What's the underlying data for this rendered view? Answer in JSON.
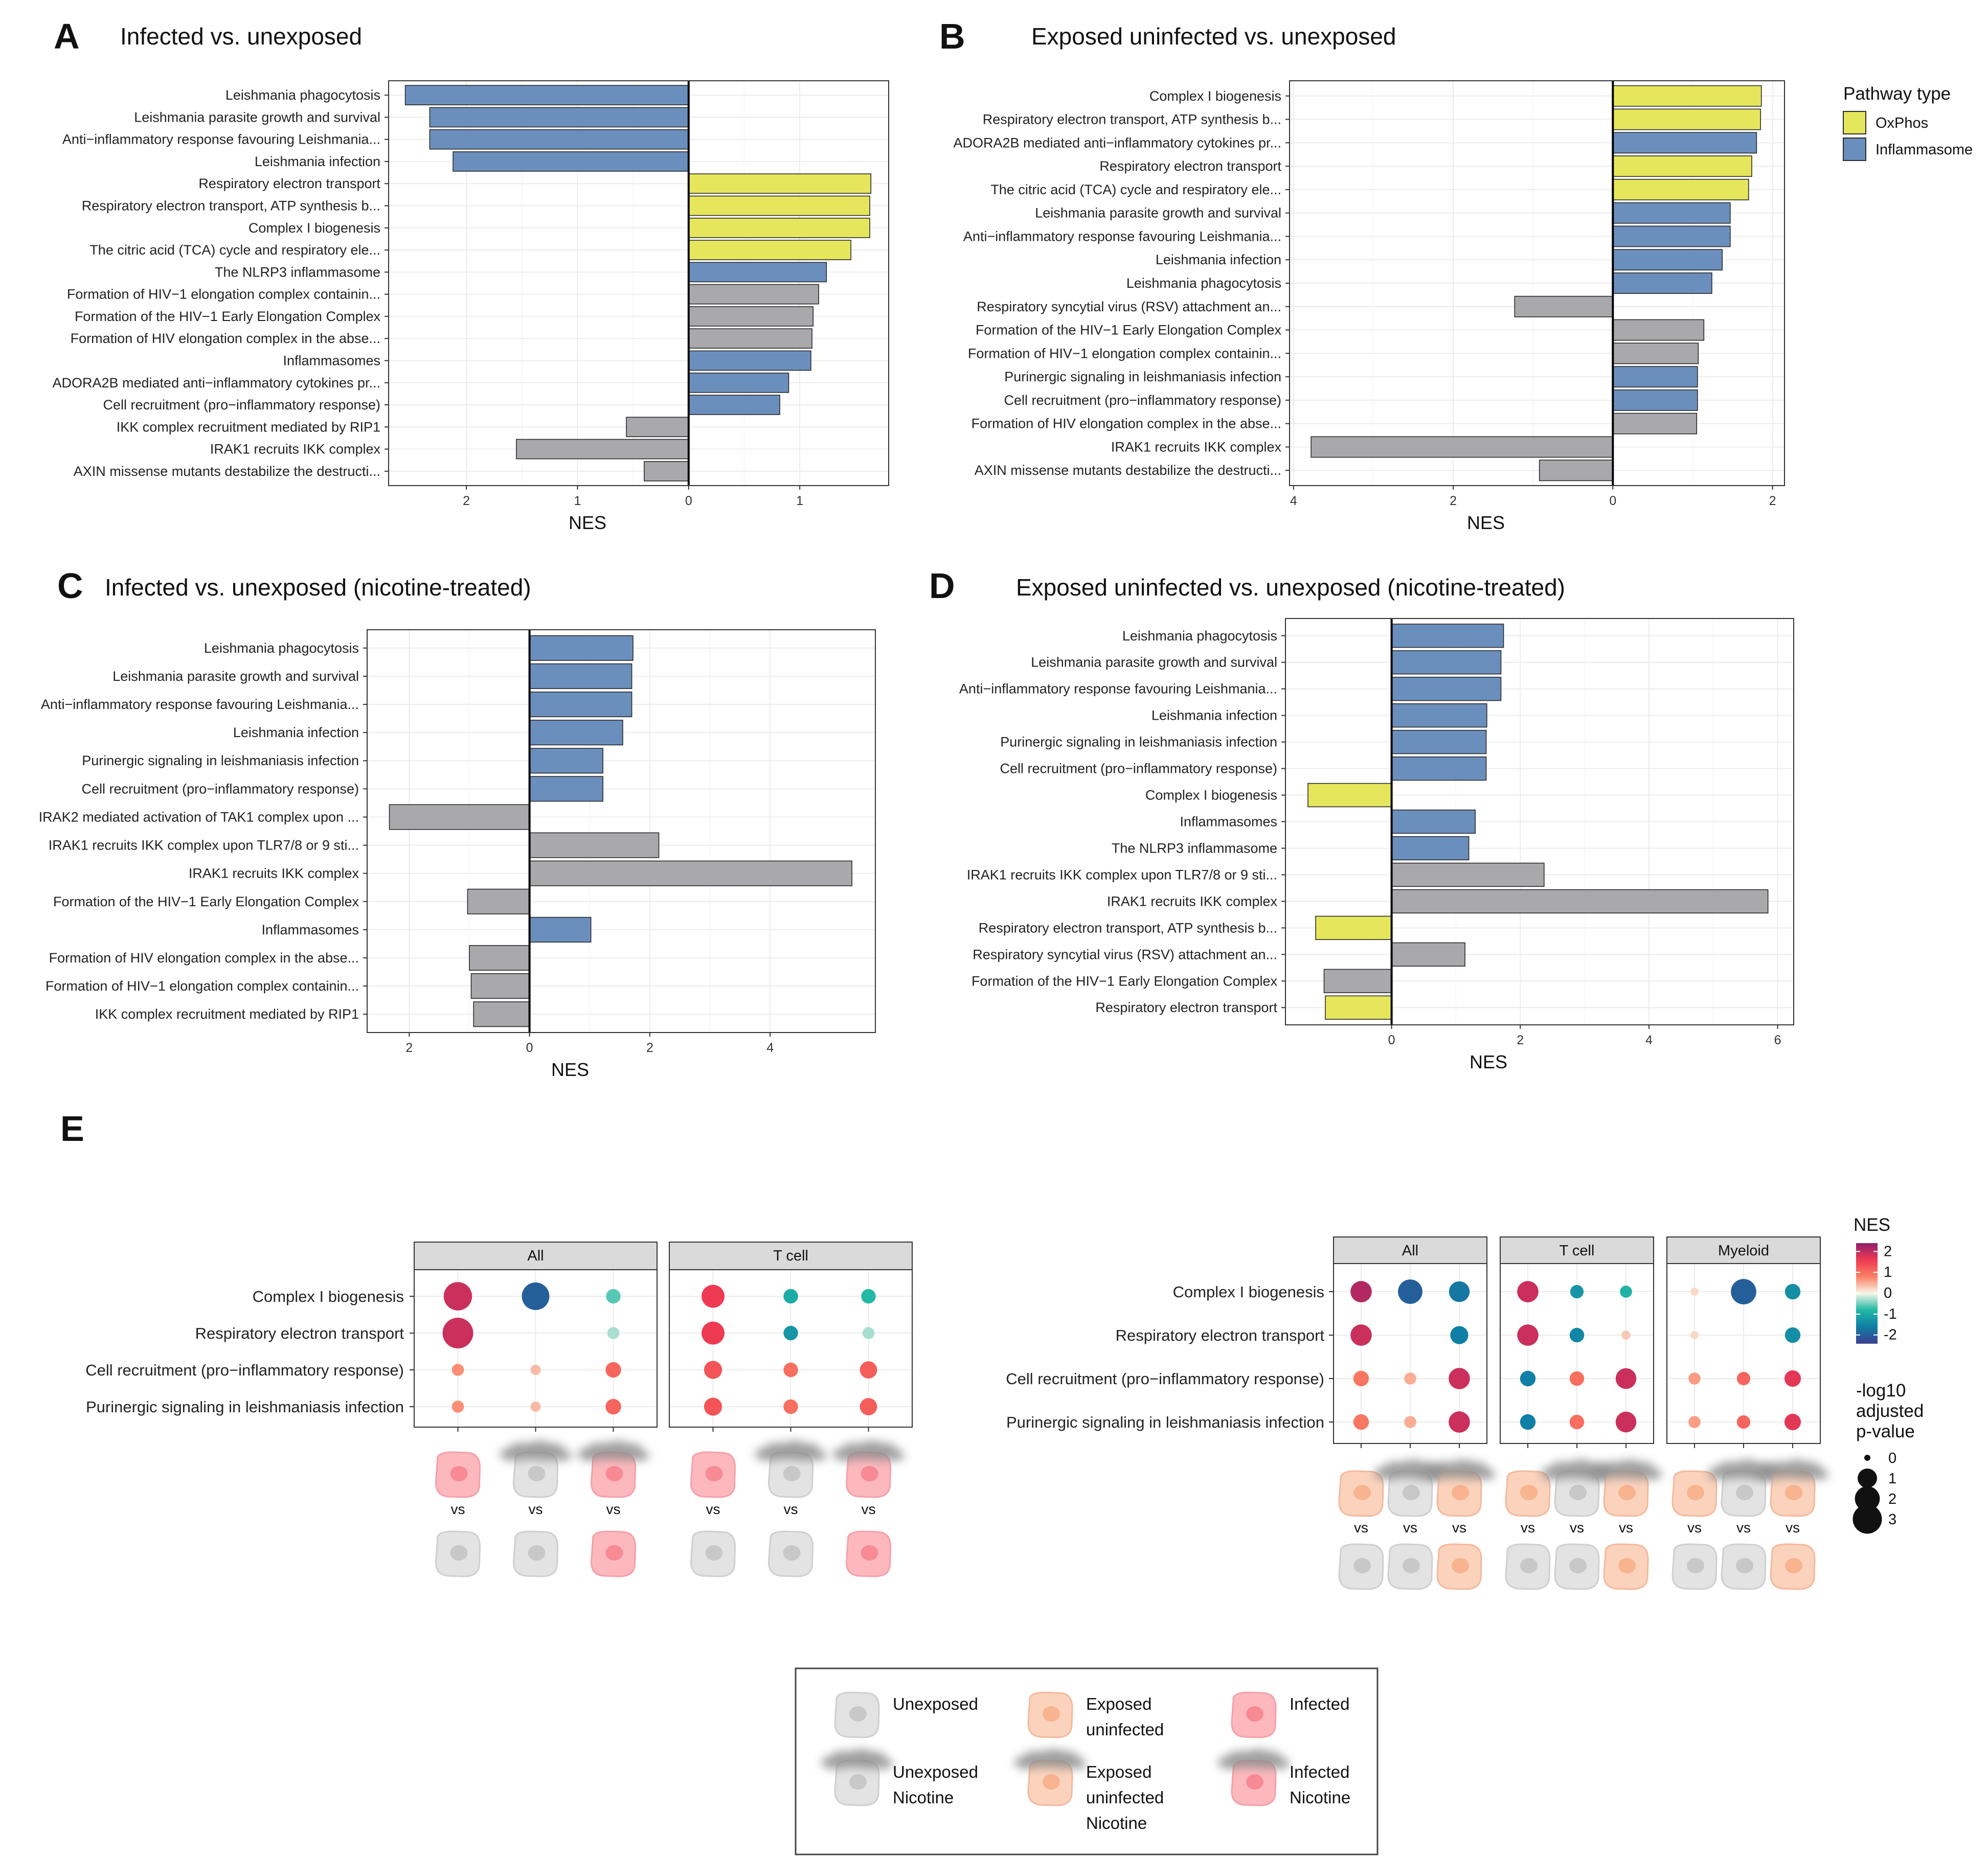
{
  "colors": {
    "OxPhos": "#e6e65c",
    "Inflammasome": "#6b8fbd",
    "Other": "#a9a9ab",
    "unexposed_cell": "#e3e3e3",
    "exposed_cell": "#fbd3bd",
    "infected_cell": "#fcb8bd"
  },
  "legend_pathway": {
    "title": "Pathway type",
    "items": [
      "OxPhos",
      "Inflammasome"
    ]
  },
  "chart_data": [
    {
      "id": "A",
      "type": "bar",
      "panel_label": "A",
      "title": "Infected vs. unexposed",
      "xlabel": "NES",
      "xlim": [
        -2.7,
        1.8
      ],
      "ticks": [
        -2,
        -1,
        0,
        1
      ],
      "tick_labels": [
        "2",
        "1",
        "0",
        "1"
      ],
      "categories": [
        "Leishmania phagocytosis",
        "Leishmania parasite growth and survival",
        "Anti−inflammatory response favouring Leishmania...",
        "Leishmania infection",
        "Respiratory electron transport",
        "Respiratory electron transport, ATP synthesis b...",
        "Complex I biogenesis",
        "The citric acid (TCA) cycle and respiratory ele...",
        "The NLRP3 inflammasome",
        "Formation of HIV−1 elongation complex containin...",
        "Formation of the HIV−1 Early Elongation Complex",
        "Formation of HIV elongation complex in the abse...",
        "Inflammasomes",
        "ADORA2B mediated anti−inflammatory cytokines pr...",
        "Cell recruitment (pro−inflammatory response)",
        "IKK complex recruitment mediated by RIP1",
        "IRAK1 recruits IKK complex",
        "AXIN missense mutants destabilize the destructi..."
      ],
      "values": [
        -2.55,
        -2.33,
        -2.33,
        -2.12,
        1.64,
        1.63,
        1.63,
        1.46,
        1.24,
        1.17,
        1.12,
        1.11,
        1.1,
        0.9,
        0.82,
        -0.56,
        -1.55,
        -0.4
      ],
      "pathway": [
        "Inflammasome",
        "Inflammasome",
        "Inflammasome",
        "Inflammasome",
        "OxPhos",
        "OxPhos",
        "OxPhos",
        "OxPhos",
        "Inflammasome",
        "Other",
        "Other",
        "Other",
        "Inflammasome",
        "Inflammasome",
        "Inflammasome",
        "Other",
        "Other",
        "Other"
      ]
    },
    {
      "id": "B",
      "type": "bar",
      "panel_label": "B",
      "title": "Exposed uninfected vs. unexposed",
      "xlabel": "NES",
      "xlim": [
        -4.05,
        2.15
      ],
      "ticks": [
        -4,
        -2,
        0,
        2
      ],
      "tick_labels": [
        "4",
        "2",
        "0",
        "2"
      ],
      "categories": [
        "Complex I biogenesis",
        "Respiratory electron transport, ATP synthesis b...",
        "ADORA2B mediated anti−inflammatory cytokines pr...",
        "Respiratory electron transport",
        "The citric acid (TCA) cycle and respiratory ele...",
        "Leishmania parasite growth and survival",
        "Anti−inflammatory response favouring Leishmania...",
        "Leishmania infection",
        "Leishmania phagocytosis",
        "Respiratory syncytial virus (RSV) attachment an...",
        "Formation of the HIV−1 Early Elongation Complex",
        "Formation of HIV−1 elongation complex containin...",
        "Purinergic signaling in leishmaniasis infection",
        "Cell recruitment (pro−inflammatory response)",
        "Formation of HIV elongation complex in the abse...",
        "IRAK1 recruits IKK complex",
        "AXIN missense mutants destabilize the destructi..."
      ],
      "values": [
        1.86,
        1.85,
        1.8,
        1.74,
        1.7,
        1.47,
        1.47,
        1.37,
        1.24,
        -1.23,
        1.14,
        1.07,
        1.06,
        1.06,
        1.05,
        -3.78,
        -0.92
      ],
      "pathway": [
        "OxPhos",
        "OxPhos",
        "Inflammasome",
        "OxPhos",
        "OxPhos",
        "Inflammasome",
        "Inflammasome",
        "Inflammasome",
        "Inflammasome",
        "Other",
        "Other",
        "Other",
        "Inflammasome",
        "Inflammasome",
        "Other",
        "Other",
        "Other"
      ]
    },
    {
      "id": "C",
      "type": "bar",
      "panel_label": "C",
      "title": "Infected vs. unexposed (nicotine-treated)",
      "xlabel": "NES",
      "xlim": [
        -2.7,
        5.75
      ],
      "ticks": [
        -2,
        0,
        2,
        4
      ],
      "tick_labels": [
        "2",
        "0",
        "2",
        "4"
      ],
      "categories": [
        "Leishmania phagocytosis",
        "Leishmania parasite growth and survival",
        "Anti−inflammatory response favouring Leishmania...",
        "Leishmania infection",
        "Purinergic signaling in leishmaniasis infection",
        "Cell recruitment (pro−inflammatory response)",
        "IRAK2 mediated activation of TAK1 complex upon ...",
        "IRAK1 recruits IKK complex upon TLR7/8 or 9 sti...",
        "IRAK1 recruits IKK complex",
        "Formation of the HIV−1 Early Elongation Complex",
        "Inflammasomes",
        "Formation of HIV elongation complex in the abse...",
        "Formation of HIV−1 elongation complex containin...",
        "IKK complex recruitment mediated by RIP1"
      ],
      "values": [
        1.72,
        1.7,
        1.7,
        1.55,
        1.22,
        1.22,
        -2.33,
        2.15,
        5.36,
        -1.03,
        1.02,
        -1.0,
        -0.97,
        -0.93
      ],
      "pathway": [
        "Inflammasome",
        "Inflammasome",
        "Inflammasome",
        "Inflammasome",
        "Inflammasome",
        "Inflammasome",
        "Other",
        "Other",
        "Other",
        "Other",
        "Inflammasome",
        "Other",
        "Other",
        "Other"
      ]
    },
    {
      "id": "D",
      "type": "bar",
      "panel_label": "D",
      "title": "Exposed uninfected vs. unexposed (nicotine-treated)",
      "xlabel": "NES",
      "xlim": [
        -1.65,
        6.25
      ],
      "ticks": [
        0,
        2,
        4,
        6
      ],
      "tick_labels": [
        "0",
        "2",
        "4",
        "6"
      ],
      "categories": [
        "Leishmania phagocytosis",
        "Leishmania parasite growth and survival",
        "Anti−inflammatory response favouring Leishmania...",
        "Leishmania infection",
        "Purinergic signaling in leishmaniasis infection",
        "Cell recruitment (pro−inflammatory response)",
        "Complex I biogenesis",
        "Inflammasomes",
        "The NLRP3 inflammasome",
        "IRAK1 recruits IKK complex upon TLR7/8 or 9 sti...",
        "IRAK1 recruits IKK complex",
        "Respiratory electron transport, ATP synthesis b...",
        "Respiratory syncytial virus (RSV) attachment an...",
        "Formation of the HIV−1 Early Elongation Complex",
        "Respiratory electron transport"
      ],
      "values": [
        1.74,
        1.7,
        1.7,
        1.48,
        1.47,
        1.47,
        -1.3,
        1.3,
        1.2,
        2.37,
        5.85,
        -1.18,
        1.14,
        -1.05,
        -1.03
      ],
      "pathway": [
        "Inflammasome",
        "Inflammasome",
        "Inflammasome",
        "Inflammasome",
        "Inflammasome",
        "Inflammasome",
        "OxPhos",
        "Inflammasome",
        "Inflammasome",
        "Other",
        "Other",
        "OxPhos",
        "Other",
        "Other",
        "OxPhos"
      ]
    },
    {
      "id": "E1",
      "type": "scatter",
      "panel_label": "E",
      "facets": [
        "All",
        "T cell"
      ],
      "terms": [
        "Complex I biogenesis",
        "Respiratory electron transport",
        "Cell recruitment (pro−inflammatory response)",
        "Purinergic signaling in leishmaniasis infection"
      ],
      "comparisons": [
        [
          "infected",
          "unexposed"
        ],
        [
          "unexposed_nic",
          "unexposed"
        ],
        [
          "infected_nic",
          "infected"
        ]
      ],
      "vs_label": "vs",
      "points": [
        {
          "f": 0,
          "c": 0,
          "t": 0,
          "nes": 1.9,
          "p": 2.8
        },
        {
          "f": 0,
          "c": 1,
          "t": 0,
          "nes": -2.0,
          "p": 2.6
        },
        {
          "f": 0,
          "c": 2,
          "t": 0,
          "nes": -0.6,
          "p": 0.4
        },
        {
          "f": 0,
          "c": 0,
          "t": 1,
          "nes": 1.9,
          "p": 3.4
        },
        {
          "f": 0,
          "c": 2,
          "t": 1,
          "nes": -0.3,
          "p": 0.2
        },
        {
          "f": 0,
          "c": 0,
          "t": 2,
          "nes": 0.7,
          "p": 0.2
        },
        {
          "f": 0,
          "c": 1,
          "t": 2,
          "nes": 0.4,
          "p": 0.1
        },
        {
          "f": 0,
          "c": 2,
          "t": 2,
          "nes": 1.1,
          "p": 0.5
        },
        {
          "f": 0,
          "c": 0,
          "t": 3,
          "nes": 0.7,
          "p": 0.2
        },
        {
          "f": 0,
          "c": 1,
          "t": 3,
          "nes": 0.4,
          "p": 0.1
        },
        {
          "f": 0,
          "c": 2,
          "t": 3,
          "nes": 1.1,
          "p": 0.5
        },
        {
          "f": 1,
          "c": 0,
          "t": 0,
          "nes": 1.6,
          "p": 1.6
        },
        {
          "f": 1,
          "c": 1,
          "t": 0,
          "nes": -1.0,
          "p": 0.4
        },
        {
          "f": 1,
          "c": 2,
          "t": 0,
          "nes": -0.8,
          "p": 0.4
        },
        {
          "f": 1,
          "c": 0,
          "t": 1,
          "nes": 1.6,
          "p": 1.6
        },
        {
          "f": 1,
          "c": 1,
          "t": 1,
          "nes": -1.3,
          "p": 0.4
        },
        {
          "f": 1,
          "c": 2,
          "t": 1,
          "nes": -0.3,
          "p": 0.2
        },
        {
          "f": 1,
          "c": 0,
          "t": 2,
          "nes": 1.3,
          "p": 0.8
        },
        {
          "f": 1,
          "c": 1,
          "t": 2,
          "nes": 1.0,
          "p": 0.4
        },
        {
          "f": 1,
          "c": 2,
          "t": 2,
          "nes": 1.2,
          "p": 0.7
        },
        {
          "f": 1,
          "c": 0,
          "t": 3,
          "nes": 1.3,
          "p": 0.8
        },
        {
          "f": 1,
          "c": 1,
          "t": 3,
          "nes": 1.0,
          "p": 0.4
        },
        {
          "f": 1,
          "c": 2,
          "t": 3,
          "nes": 1.2,
          "p": 0.7
        }
      ]
    },
    {
      "id": "E2",
      "type": "scatter",
      "facets": [
        "All",
        "T cell",
        "Myeloid"
      ],
      "terms": [
        "Complex I biogenesis",
        "Respiratory electron transport",
        "Cell recruitment (pro−inflammatory response)",
        "Purinergic signaling in leishmaniasis infection"
      ],
      "comparisons": [
        [
          "exposed",
          "unexposed"
        ],
        [
          "unexposed_nic",
          "unexposed"
        ],
        [
          "exposed_nic",
          "exposed"
        ]
      ],
      "vs_label": "vs",
      "points": [
        {
          "f": 0,
          "c": 0,
          "t": 0,
          "nes": 2.1,
          "p": 1.3
        },
        {
          "f": 0,
          "c": 1,
          "t": 0,
          "nes": -2.0,
          "p": 1.9
        },
        {
          "f": 0,
          "c": 2,
          "t": 0,
          "nes": -1.7,
          "p": 1.2
        },
        {
          "f": 0,
          "c": 0,
          "t": 1,
          "nes": 1.9,
          "p": 1.3
        },
        {
          "f": 0,
          "c": 2,
          "t": 1,
          "nes": -1.6,
          "p": 0.8
        },
        {
          "f": 0,
          "c": 0,
          "t": 2,
          "nes": 0.9,
          "p": 0.5
        },
        {
          "f": 0,
          "c": 1,
          "t": 2,
          "nes": 0.5,
          "p": 0.2
        },
        {
          "f": 0,
          "c": 2,
          "t": 2,
          "nes": 1.9,
          "p": 1.3
        },
        {
          "f": 0,
          "c": 0,
          "t": 3,
          "nes": 0.9,
          "p": 0.5
        },
        {
          "f": 0,
          "c": 1,
          "t": 3,
          "nes": 0.5,
          "p": 0.2
        },
        {
          "f": 0,
          "c": 2,
          "t": 3,
          "nes": 1.9,
          "p": 1.3
        },
        {
          "f": 1,
          "c": 0,
          "t": 0,
          "nes": 1.9,
          "p": 1.3
        },
        {
          "f": 1,
          "c": 1,
          "t": 0,
          "nes": -1.3,
          "p": 0.3
        },
        {
          "f": 1,
          "c": 2,
          "t": 0,
          "nes": -0.9,
          "p": 0.2
        },
        {
          "f": 1,
          "c": 0,
          "t": 1,
          "nes": 1.9,
          "p": 1.3
        },
        {
          "f": 1,
          "c": 1,
          "t": 1,
          "nes": -1.5,
          "p": 0.4
        },
        {
          "f": 1,
          "c": 2,
          "t": 1,
          "nes": 0.3,
          "p": 0.05
        },
        {
          "f": 1,
          "c": 0,
          "t": 2,
          "nes": -1.6,
          "p": 0.5
        },
        {
          "f": 1,
          "c": 1,
          "t": 2,
          "nes": 1.0,
          "p": 0.4
        },
        {
          "f": 1,
          "c": 2,
          "t": 2,
          "nes": 1.9,
          "p": 1.2
        },
        {
          "f": 1,
          "c": 0,
          "t": 3,
          "nes": -1.6,
          "p": 0.5
        },
        {
          "f": 1,
          "c": 1,
          "t": 3,
          "nes": 1.0,
          "p": 0.4
        },
        {
          "f": 1,
          "c": 2,
          "t": 3,
          "nes": 1.9,
          "p": 1.2
        },
        {
          "f": 2,
          "c": 0,
          "t": 0,
          "nes": 0.2,
          "p": 0.02
        },
        {
          "f": 2,
          "c": 1,
          "t": 0,
          "nes": -2.0,
          "p": 2.1
        },
        {
          "f": 2,
          "c": 2,
          "t": 0,
          "nes": -1.4,
          "p": 0.5
        },
        {
          "f": 2,
          "c": 0,
          "t": 1,
          "nes": 0.2,
          "p": 0.02
        },
        {
          "f": 2,
          "c": 2,
          "t": 1,
          "nes": -1.4,
          "p": 0.5
        },
        {
          "f": 2,
          "c": 0,
          "t": 2,
          "nes": 0.6,
          "p": 0.2
        },
        {
          "f": 2,
          "c": 1,
          "t": 2,
          "nes": 1.1,
          "p": 0.3
        },
        {
          "f": 2,
          "c": 2,
          "t": 2,
          "nes": 1.7,
          "p": 0.6
        },
        {
          "f": 2,
          "c": 0,
          "t": 3,
          "nes": 0.6,
          "p": 0.2
        },
        {
          "f": 2,
          "c": 1,
          "t": 3,
          "nes": 1.1,
          "p": 0.3
        },
        {
          "f": 2,
          "c": 2,
          "t": 3,
          "nes": 1.7,
          "p": 0.6
        }
      ]
    }
  ],
  "nes_legend": {
    "title": "NES",
    "ticks": [
      2,
      1,
      0,
      -1,
      -2
    ],
    "tick_labels": [
      "2",
      "1",
      "0",
      "-1",
      "-2"
    ],
    "range": [
      -2.4,
      2.4
    ],
    "stops": [
      "#3b3f8f",
      "#0f7fa5",
      "#22b9a5",
      "#f8f6e8",
      "#fb7f63",
      "#ee3a52",
      "#8e1f6a"
    ]
  },
  "pval_legend": {
    "title_lines": [
      "-log10",
      "adjusted",
      "p-value"
    ],
    "values": [
      0,
      1,
      2,
      3
    ],
    "labels": [
      "0",
      "1",
      "2",
      "3"
    ]
  },
  "cell_legend": {
    "items": [
      {
        "type": "unexposed",
        "lines": [
          "Unexposed"
        ]
      },
      {
        "type": "exposed",
        "lines": [
          "Exposed",
          "uninfected"
        ]
      },
      {
        "type": "infected",
        "lines": [
          "Infected"
        ]
      },
      {
        "type": "unexposed_nic",
        "lines": [
          "Unexposed",
          "Nicotine"
        ]
      },
      {
        "type": "exposed_nic",
        "lines": [
          "Exposed",
          "uninfected",
          "Nicotine"
        ]
      },
      {
        "type": "infected_nic",
        "lines": [
          "Infected",
          "Nicotine"
        ]
      }
    ]
  }
}
